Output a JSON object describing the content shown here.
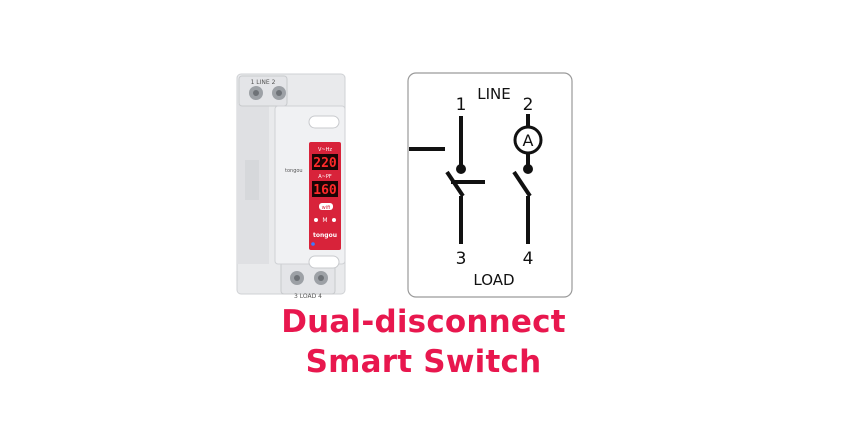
{
  "device": {
    "brand": "tongou",
    "terminal_top_label": "1 LINE 2",
    "terminal_bottom_label": "3 LOAD 4",
    "voltage_header": "V~Hz",
    "voltage_value": "220",
    "current_header": "A~PF",
    "current_value": "160",
    "wifi_badge": "wifi",
    "button_label": "M",
    "colors": {
      "housing": "#e9eaec",
      "panel": "#d8233a",
      "display": "#1a0505",
      "segment": "#ff2a2a"
    }
  },
  "schematic": {
    "line_label": "LINE",
    "load_label": "LOAD",
    "terminal_1": "1",
    "terminal_2": "2",
    "terminal_3": "3",
    "terminal_4": "4",
    "ammeter_symbol": "A"
  },
  "headline": {
    "line1": "Dual-disconnect",
    "line2": "Smart Switch",
    "color": "#e8174e"
  }
}
